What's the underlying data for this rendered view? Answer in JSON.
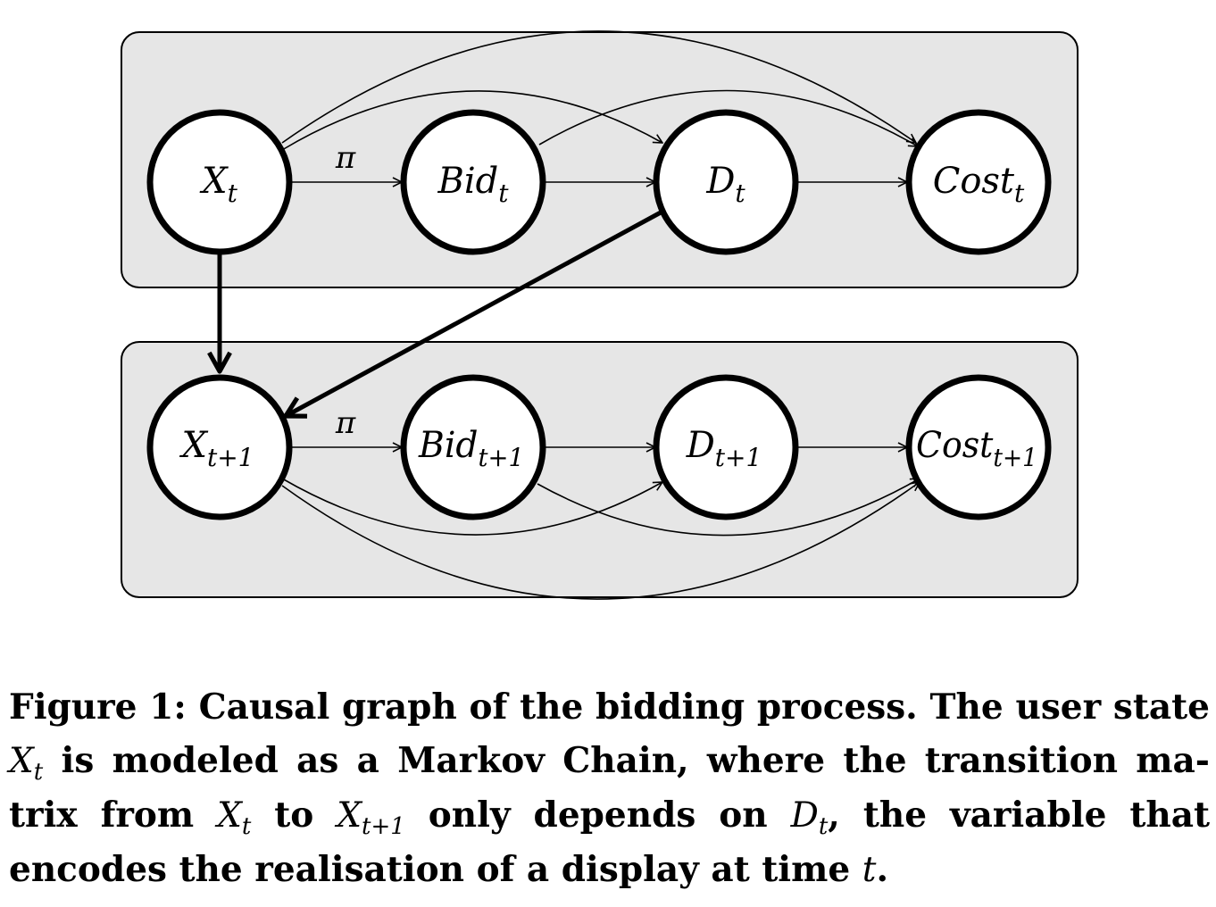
{
  "diagram": {
    "nodes": {
      "x_t": {
        "base": "X",
        "sub": "t"
      },
      "bid_t": {
        "base": "Bid",
        "sub": "t"
      },
      "d_t": {
        "base": "D",
        "sub": "t"
      },
      "cost_t": {
        "base": "Cost",
        "sub": "t"
      },
      "x_t1": {
        "base": "X",
        "sub": "t+1"
      },
      "bid_t1": {
        "base": "Bid",
        "sub": "t+1"
      },
      "d_t1": {
        "base": "D",
        "sub": "t+1"
      },
      "cost_t1": {
        "base": "Cost",
        "sub": "t+1"
      }
    },
    "policy_label": "π",
    "colors": {
      "plate_fill": "#e6e6e6",
      "stroke": "#000000",
      "node_fill": "#ffffff"
    }
  },
  "caption": {
    "s1": "Figure 1: Causal graph of the bidding process. The user state",
    "m1": "X",
    "m1_sub": "t",
    "s2": " is modeled as a Markov Chain, where the transition ma-trix from ",
    "m2": "X",
    "m2_sub": "t",
    "s3": " to ",
    "m3": "X",
    "m3_sub": "t+1",
    "s4": " only depends on ",
    "m4": "D",
    "m4_sub": "t",
    "s5": ", the variable that encodes the realisation of a display at time ",
    "m5": "t",
    "s6": "."
  }
}
